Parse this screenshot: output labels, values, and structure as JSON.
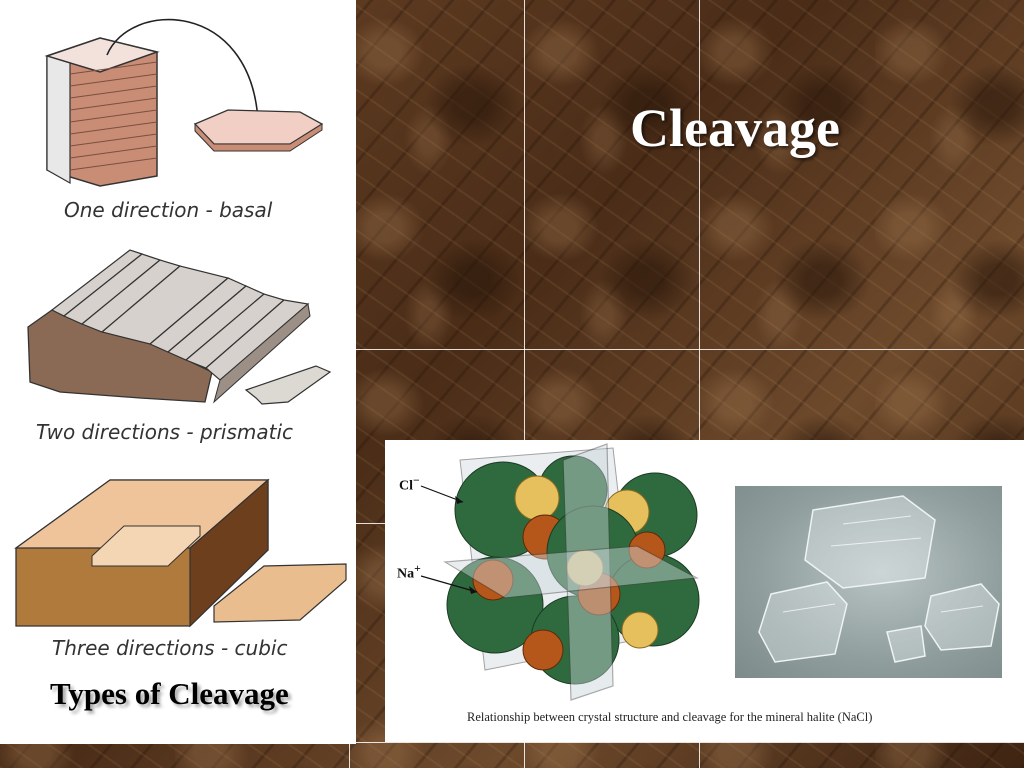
{
  "slide": {
    "title": "Cleavage"
  },
  "left_panel": {
    "captions": [
      "One direction - basal",
      "Two directions - prismatic",
      "Three directions - cubic"
    ],
    "heading": "Types of Cleavage"
  },
  "halite_panel": {
    "cl_label": "Cl",
    "cl_charge": "−",
    "na_label": "Na",
    "na_charge": "+",
    "caption": "Relationship between crystal structure and cleavage for the mineral halite (NaCl)"
  },
  "colors": {
    "marble_brown": "#5a3a22",
    "chlorine_green": "#2f6a3e",
    "sodium_brown": "#b5561a",
    "cubic_tan": "#e8b988",
    "title_white": "#ffffff"
  }
}
